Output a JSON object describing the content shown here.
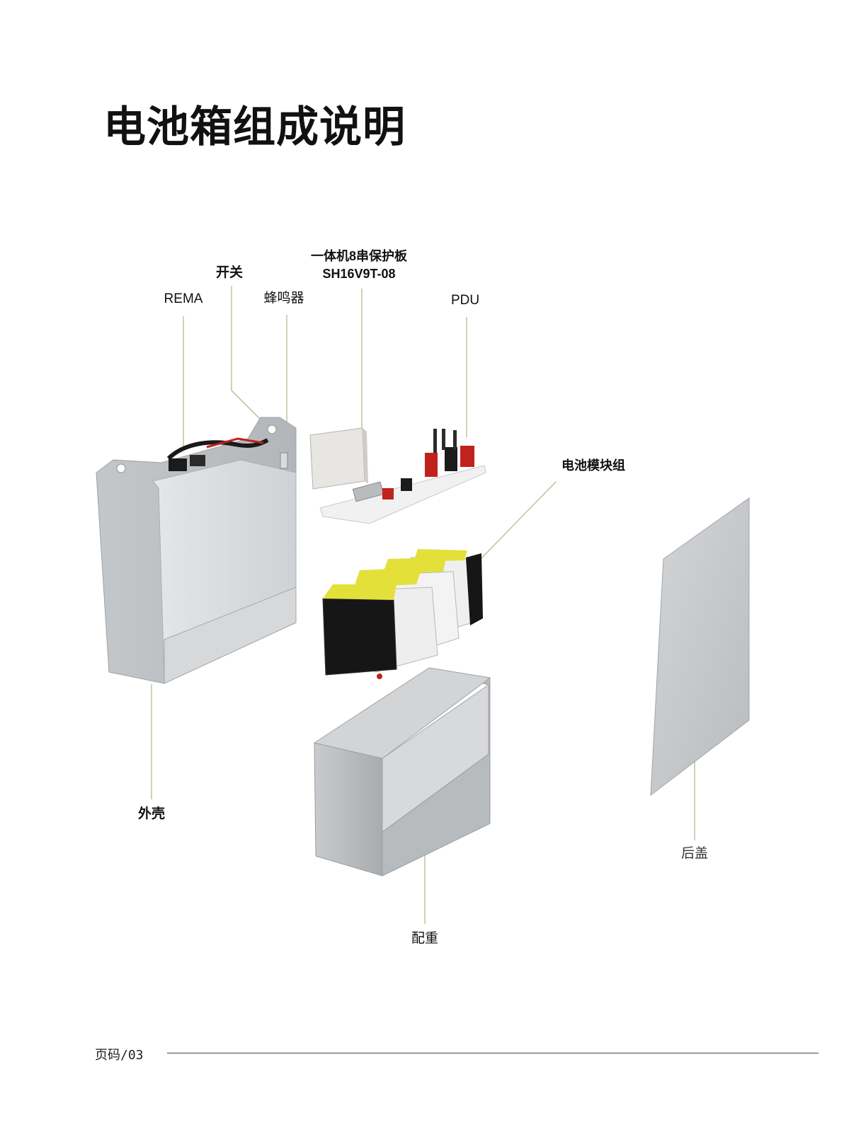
{
  "page": {
    "title": "电池箱组成说明",
    "footer": "页码/03"
  },
  "labels": {
    "rema": "REMA",
    "switch": "开关",
    "buzzer": "蜂鸣器",
    "board_line1": "一体机8串保护板",
    "board_line2": "SH16V9T-08",
    "pdu": "PDU",
    "module": "电池模块组",
    "shell": "外壳",
    "back_cover": "后盖",
    "counterweight": "配重"
  },
  "colors": {
    "leader_line": "#b8b98a",
    "metal": "#c9cccf",
    "battery_black": "#161616",
    "battery_yellow": "#e3e03a",
    "connector_red": "#c0221d"
  }
}
